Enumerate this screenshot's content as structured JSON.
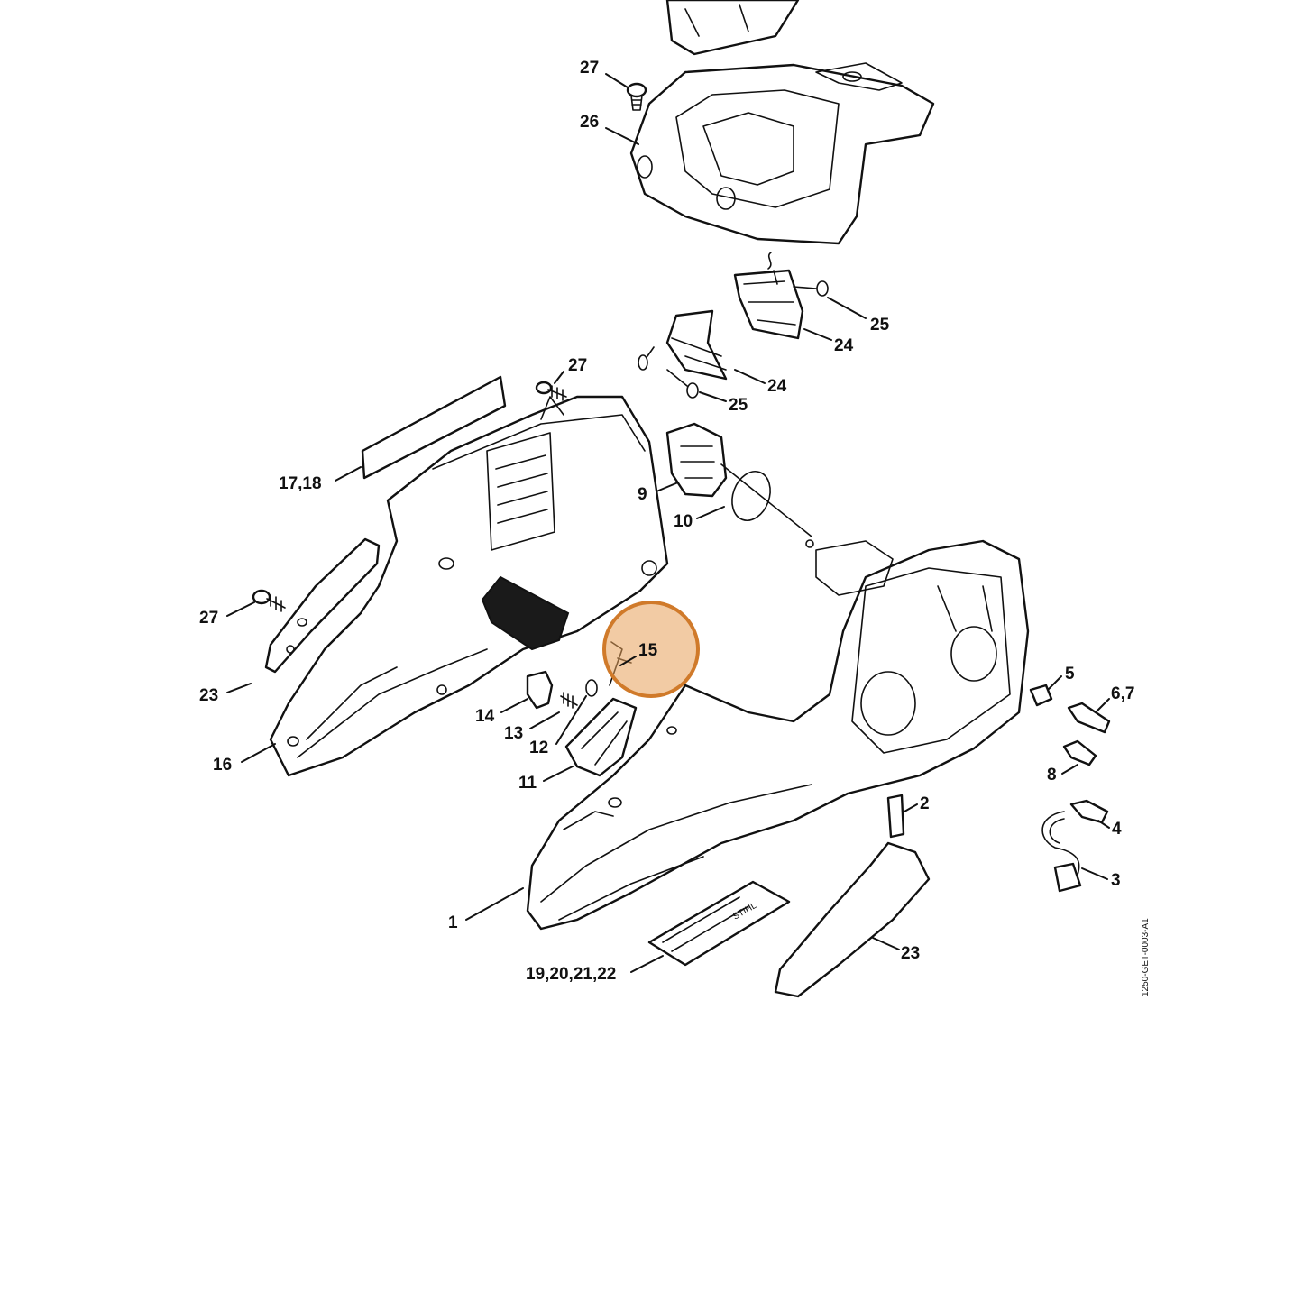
{
  "diagram": {
    "reference_code": "1250-GET-0003-A1",
    "highlight_color": "#d07a2a",
    "highlighted_part": "15",
    "label_text": {
      "l1": "1",
      "l2": "2",
      "l3": "3",
      "l4": "4",
      "l5": "5",
      "l6": "6,7",
      "l8": "8",
      "l9": "9",
      "l10": "10",
      "l11": "11",
      "l12": "12",
      "l13": "13",
      "l14": "14",
      "l15": "15",
      "l16": "16",
      "l17": "17,18",
      "l19": "19,20,21,22",
      "l23a": "23",
      "l23b": "23",
      "l24a": "24",
      "l24b": "24",
      "l25a": "25",
      "l25b": "25",
      "l26": "26",
      "l27a": "27",
      "l27b": "27",
      "l27c": "27"
    },
    "decal_text": "STIHL"
  }
}
